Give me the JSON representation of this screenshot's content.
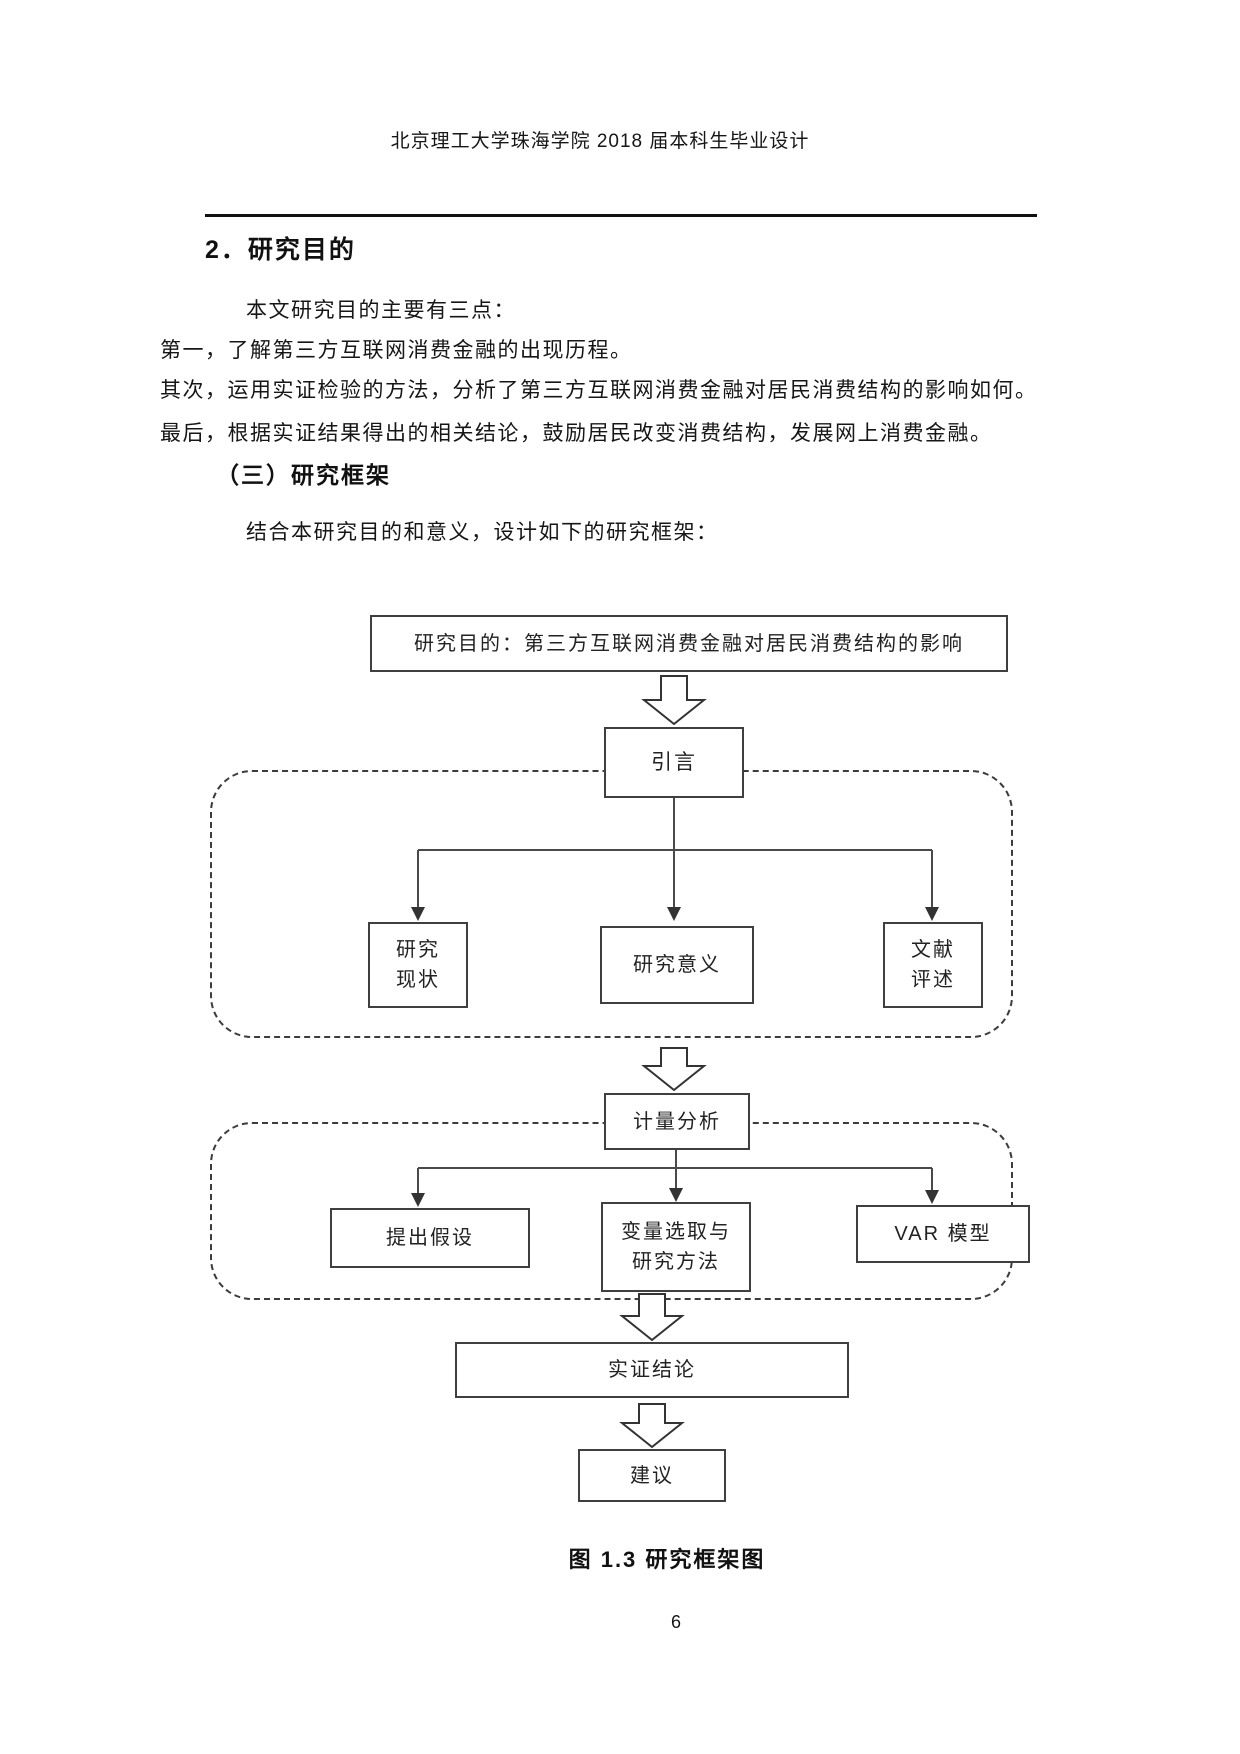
{
  "page": {
    "header": "北京理工大学珠海学院 2018 届本科生毕业设计",
    "caption": "图 1.3 研究框架图",
    "page_number": "6"
  },
  "section": {
    "heading": "2．研究目的",
    "intro": "本文研究目的主要有三点：",
    "point1": "第一，了解第三方互联网消费金融的出现历程。",
    "point2": "其次，运用实证检验的方法，分析了第三方互联网消费金融对居民消费结构的影响如何。",
    "point3": "最后，根据实证结果得出的相关结论，鼓励居民改变消费结构，发展网上消费金融。",
    "subheading": "（三）研究框架",
    "lead_in": "结合本研究目的和意义，设计如下的研究框架："
  },
  "flowchart": {
    "purpose": "研究目的：第三方互联网消费金融对居民消费结构的影响",
    "introduction": "引言",
    "row1": [
      {
        "label": "研究\n现状"
      },
      {
        "label": "研究意义"
      },
      {
        "label": "文献\n评述"
      }
    ],
    "econometric": "计量分析",
    "row2": [
      {
        "label": "提出假设"
      },
      {
        "label": "变量选取与\n研究方法"
      },
      {
        "label": "VAR 模型"
      }
    ],
    "conclusion": "实证结论",
    "suggestion": "建议",
    "ink_color": "#1c1c1c",
    "box_border_color": "#3f3f3f",
    "connector_color": "#4a4a4a",
    "dashed_border_color": "#3c3c3c"
  }
}
